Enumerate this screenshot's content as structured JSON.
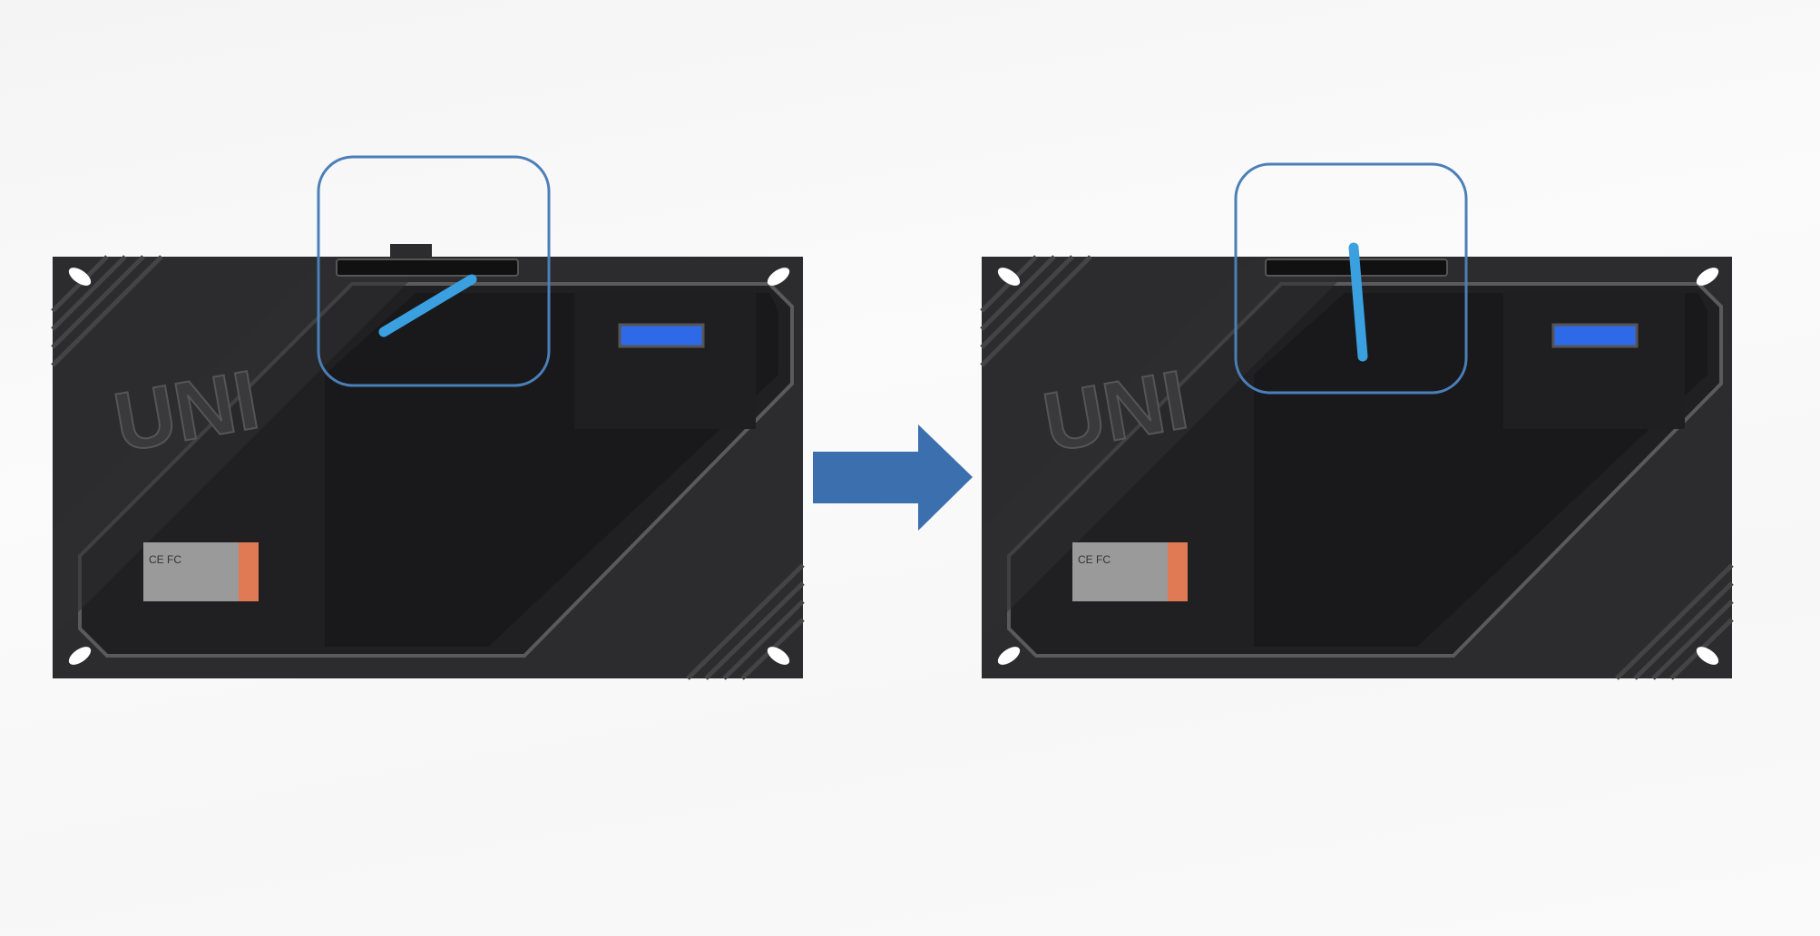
{
  "scene": {
    "before": {
      "logo_text": "UNI",
      "handle_state": "angled"
    },
    "after": {
      "logo_text": "UNI",
      "handle_state": "upright"
    },
    "label_marks": "CE FC",
    "colors": {
      "cabinet": "#2b2b2d",
      "panel": "#1c1c1e",
      "handle": "#3aa0e0",
      "highlight": "#4a7fb8",
      "arrow": "#3c6fae",
      "label_orange": "#e07a55",
      "display": "#2e6ae8"
    }
  }
}
